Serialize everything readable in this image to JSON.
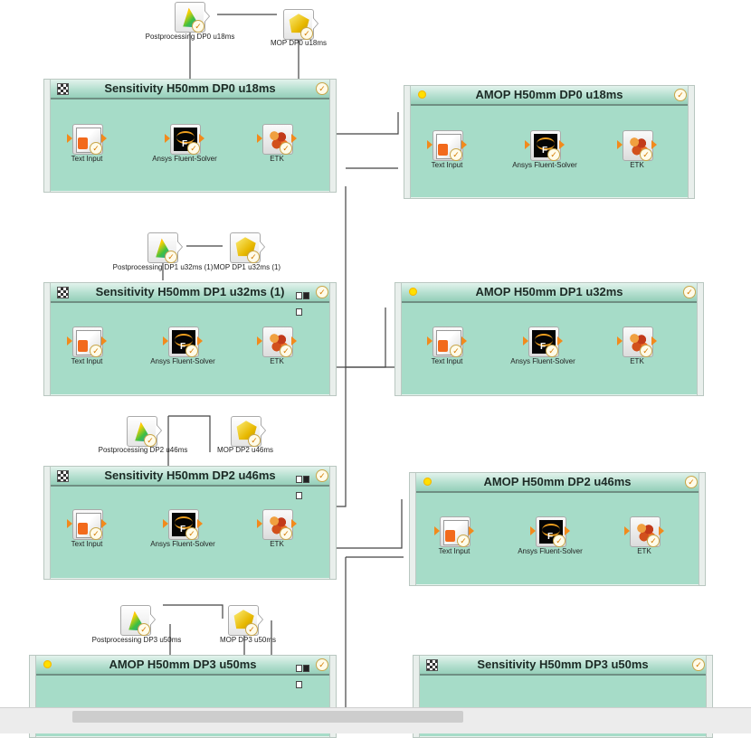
{
  "workflow": {
    "systems": [
      {
        "id": "s0",
        "title": "Sensitivity H50mm DP0 u18ms",
        "type_icon": "checker-icon",
        "status": "done",
        "nodes": [
          "Text Input",
          "Ansys Fluent-Solver",
          "ETK"
        ]
      },
      {
        "id": "a0",
        "title": "AMOP H50mm DP0 u18ms",
        "type_icon": "sun-icon",
        "status": "done",
        "nodes": [
          "Text Input",
          "Ansys Fluent-Solver",
          "ETK"
        ]
      },
      {
        "id": "s1",
        "title": "Sensitivity H50mm DP1 u32ms  (1)",
        "type_icon": "checker-icon",
        "status": "done",
        "nodes": [
          "Text Input",
          "Ansys Fluent-Solver",
          "ETK"
        ]
      },
      {
        "id": "a1",
        "title": "AMOP H50mm DP1 u32ms",
        "type_icon": "sun-icon",
        "status": "done",
        "nodes": [
          "Text Input",
          "Ansys Fluent-Solver",
          "ETK"
        ]
      },
      {
        "id": "s2",
        "title": "Sensitivity H50mm DP2 u46ms",
        "type_icon": "checker-icon",
        "status": "done",
        "nodes": [
          "Text Input",
          "Ansys Fluent-Solver",
          "ETK"
        ]
      },
      {
        "id": "a2",
        "title": "AMOP H50mm DP2 u46ms",
        "type_icon": "sun-icon",
        "status": "done",
        "nodes": [
          "Text Input",
          "Ansys Fluent-Solver",
          "ETK"
        ]
      },
      {
        "id": "a3",
        "title": "AMOP H50mm DP3 u50ms",
        "type_icon": "sun-icon",
        "status": "done",
        "nodes": []
      },
      {
        "id": "s3",
        "title": "Sensitivity H50mm DP3 u50ms",
        "type_icon": "checker-icon",
        "status": "done",
        "nodes": []
      }
    ],
    "floating": [
      {
        "id": "p0",
        "label": "Postprocessing DP0 u18ms",
        "icon": "postprocessing-icon"
      },
      {
        "id": "m0",
        "label": "MOP DP0 u18ms",
        "icon": "mop-icon"
      },
      {
        "id": "p1",
        "label": "Postprocessing DP1 u32ms (1)",
        "icon": "postprocessing-icon"
      },
      {
        "id": "m1",
        "label": "MOP DP1 u32ms (1)",
        "icon": "mop-icon"
      },
      {
        "id": "p2",
        "label": "Postprocessing DP2 u46ms",
        "icon": "postprocessing-icon"
      },
      {
        "id": "m2",
        "label": "MOP DP2  u46ms",
        "icon": "mop-icon"
      },
      {
        "id": "p3",
        "label": "Postprocessing DP3 u50ms",
        "icon": "postprocessing-icon"
      },
      {
        "id": "m3",
        "label": "MOP DP3 u50ms",
        "icon": "mop-icon"
      }
    ]
  },
  "colors": {
    "system_bg": "#a6dcc8",
    "wire": "#444444",
    "pin": "#f28a1c",
    "header": "#b4dfcf"
  },
  "status_icon": "check-icon"
}
